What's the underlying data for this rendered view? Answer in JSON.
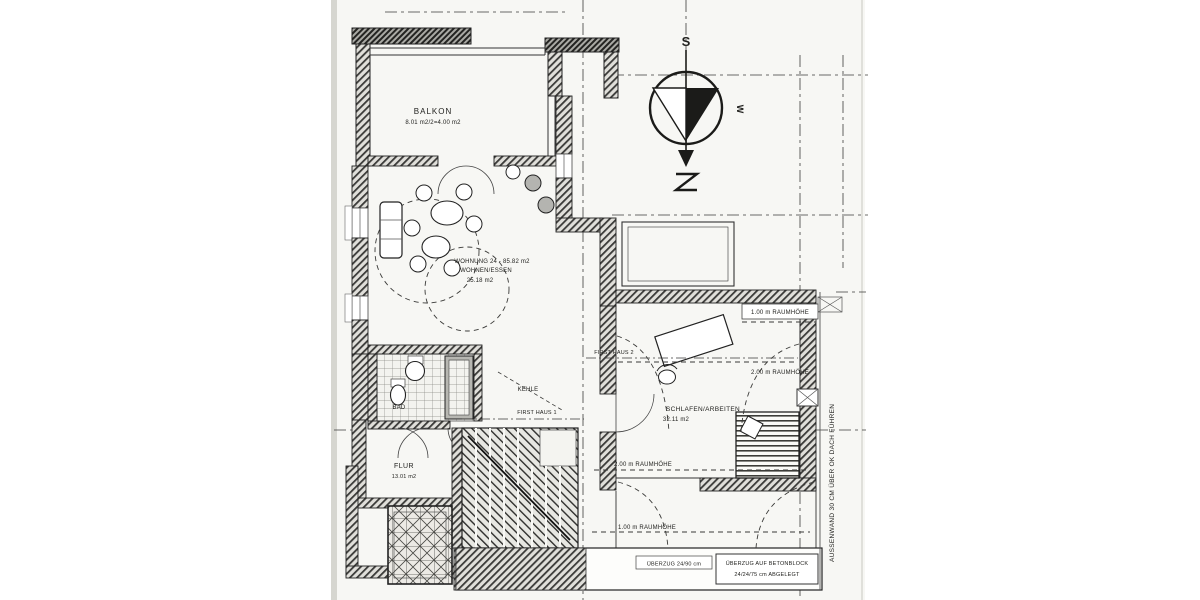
{
  "drawing": {
    "rooms": {
      "balkon": {
        "name": "BALKON",
        "area": "8.01 m2/2=4.00 m2"
      },
      "wohnen": {
        "wohnung": "WOHNUNG 24 - 85.82 m2",
        "name": "WOHNEN/ESSEN",
        "area": "25.18 m2"
      },
      "bad": {
        "name": "BAD"
      },
      "flur": {
        "name": "FLUR",
        "area": "13.01 m2"
      },
      "schlafen": {
        "name": "SCHLAFEN/ARBEITEN",
        "area": "32.11 m2"
      }
    },
    "annotations": {
      "kehle": "KEHLE",
      "first_haus_1": "FIRST HAUS 1",
      "first_haus_2": "FIRST HAUS 2",
      "rh_100_top": "1.00 m RAUMHÖHE",
      "rh_200_right": "2.00 m RAUMHÖHE",
      "rh_200_mid": "2.00 m RAUMHÖHE",
      "rh_100_bottom": "1.00 m RAUMHÖHE",
      "ueberzug": "ÜBERZUG 24/90 cm",
      "ueberzug_block_line1": "ÜBERZUG AUF BETONBLOCK",
      "ueberzug_block_line2": "24/24/75 cm ABGELEGT",
      "aussenwand": "AUSSENWAND 30 CM ÜBER OK DACH FÜHREN"
    },
    "compass": {
      "south": "S",
      "west": "W"
    },
    "colors": {
      "ink": "#22221f",
      "paper": "#f7f7f4"
    }
  }
}
